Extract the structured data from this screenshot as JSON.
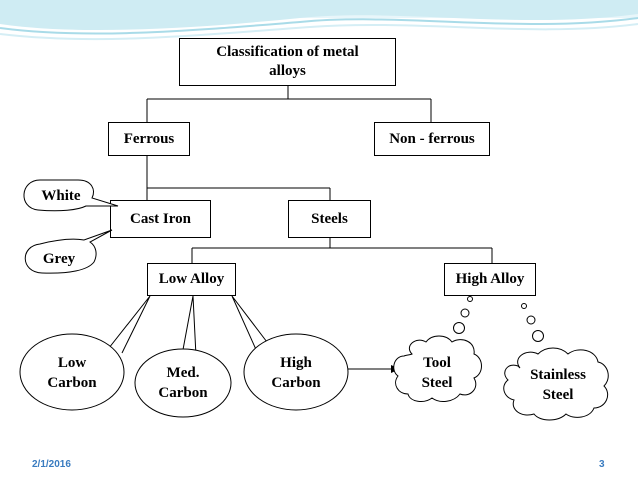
{
  "diagram": {
    "root": "Classification of metal alloys",
    "ferrous": "Ferrous",
    "non_ferrous": "Non - ferrous",
    "cast_iron": "Cast Iron",
    "steels": "Steels",
    "white": "White",
    "grey": "Grey",
    "low_alloy": "Low Alloy",
    "high_alloy": "High Alloy",
    "low_carbon": "Low Carbon",
    "med_carbon": "Med. Carbon",
    "high_carbon": "High Carbon",
    "tool_steel": "Tool Steel",
    "stainless_steel": "Stainless Steel"
  },
  "footer": {
    "date": "2/1/2016",
    "page_number": "3"
  },
  "colors": {
    "band": "#dff2f7",
    "band_wave": "#a9dbe8",
    "footer_text": "#3a7cc0"
  }
}
